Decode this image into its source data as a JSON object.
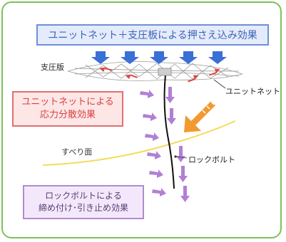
{
  "title_box": {
    "text": "ユニットネット＋支圧板による押さえ込み効果"
  },
  "red_box": {
    "line1": "ユニットネットによる",
    "line2": "応力分散効果"
  },
  "purple_box": {
    "line1": "ロックボルトによる",
    "line2": "締め付け･引き止め効果"
  },
  "labels": {
    "plate": "支圧版",
    "unit_net": "ユニットネット",
    "slip_plane": "すべり面",
    "rock_bolt": "ロックボルト"
  },
  "colors": {
    "frame": "#7cc15a",
    "blue_arrow": "#3a6fd6",
    "red_arrow": "#e04545",
    "purple_arrow": "#b27fd6",
    "orange_arrow": "#f29a2e",
    "slip_line": "#f2dc5a"
  }
}
